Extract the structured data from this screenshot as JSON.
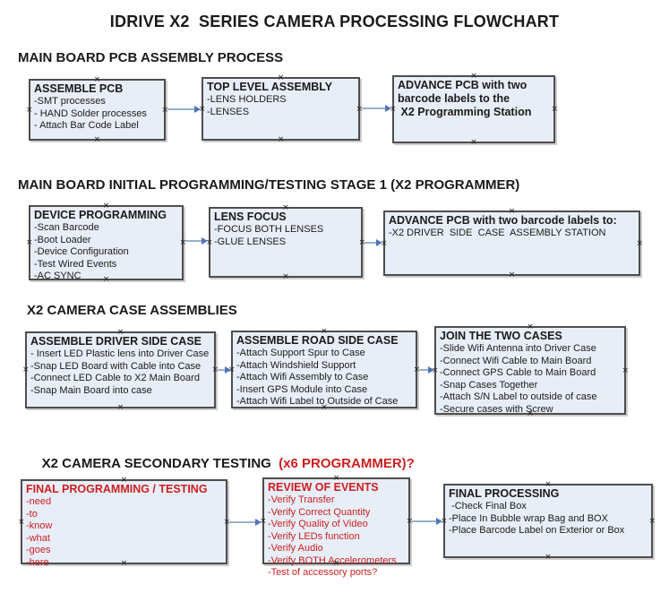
{
  "title": "IDRIVE X2  SERIES CAMERA PROCESSING FLOWCHART",
  "icons": {
    "connector_anchor": "×"
  },
  "colors": {
    "box_fill": "#e8eef7",
    "box_border": "#4d4d4d",
    "arrow_line": "#9ab0cc",
    "arrow_head": "#4f74b8",
    "red_text": "#cc1f1f",
    "black_text": "#1a1a1a"
  },
  "sections": [
    {
      "heading": "MAIN BOARD PCB ASSEMBLY PROCESS",
      "boxes": [
        {
          "title": "ASSEMBLE PCB",
          "items": [
            "-SMT processes",
            "- HAND Solder processes",
            "- Attach Bar Code Label"
          ]
        },
        {
          "title": "TOP LEVEL ASSEMBLY",
          "items": [
            "-LENS HOLDERS",
            "-LENSES"
          ]
        },
        {
          "title": "ADVANCE PCB with two\nbarcode labels to the\n X2 Programming Station",
          "items": []
        }
      ]
    },
    {
      "heading": "MAIN BOARD INITIAL PROGRAMMING/TESTING STAGE 1 (X2 PROGRAMMER)",
      "boxes": [
        {
          "title": "DEVICE PROGRAMMING",
          "items": [
            "-Scan Barcode",
            "-Boot Loader",
            "-Device Configuration",
            "-Test Wired Events",
            "-AC SYNC"
          ]
        },
        {
          "title": "LENS FOCUS",
          "items": [
            "-FOCUS BOTH LENSES",
            "-GLUE LENSES"
          ]
        },
        {
          "title": "ADVANCE PCB with two barcode labels to:",
          "items": [
            "-X2 DRIVER  SIDE  CASE  ASSEMBLY STATION"
          ]
        }
      ]
    },
    {
      "heading": "X2 CAMERA CASE ASSEMBLIES",
      "boxes": [
        {
          "title": "ASSEMBLE DRIVER SIDE CASE",
          "items": [
            "- Insert LED Plastic lens into Driver Case",
            "-Snap LED Board with Cable into Case",
            "-Connect LED Cable to X2 Main Board",
            "-Snap Main Board into case"
          ]
        },
        {
          "title": "ASSEMBLE ROAD SIDE CASE",
          "items": [
            "-Attach Support Spur to Case",
            "-Attach Windshield Support",
            "-Attach Wifi Assembly to Case",
            "-Insert GPS Module into Case",
            "-Attach Wifi Label to Outside of Case"
          ]
        },
        {
          "title": "JOIN THE TWO CASES",
          "items": [
            "-Slide Wifi Antenna into Driver Case",
            "-Connect Wifi Cable to Main Board",
            "-Connect GPS Cable to Main Board",
            "-Snap Cases Together",
            "-Attach S/N Label to outside of case",
            "-Secure cases with Screw"
          ]
        }
      ]
    },
    {
      "heading": "X2 CAMERA SECONDARY TESTING",
      "heading_suffix": "  (x6 PROGRAMMER)?",
      "boxes": [
        {
          "title": "FINAL PROGRAMMING / TESTING",
          "items": [
            "-need",
            "-to",
            "-know",
            "-what",
            "-goes",
            "-here"
          ]
        },
        {
          "title": "REVIEW OF EVENTS",
          "items": [
            "-Verify Transfer",
            "-Verify Correct Quantity",
            "-Verify Quality of Video",
            "-Verify LEDs function",
            "-Verify Audio",
            "-Verify BOTH Accelerometers",
            "-Test of accessory ports?"
          ]
        },
        {
          "title": "FINAL PROCESSING",
          "items": [
            " -Check Final Box",
            "-Place In Bubble wrap Bag and BOX",
            "-Place Barcode Label on Exterior or Box"
          ]
        }
      ]
    }
  ]
}
